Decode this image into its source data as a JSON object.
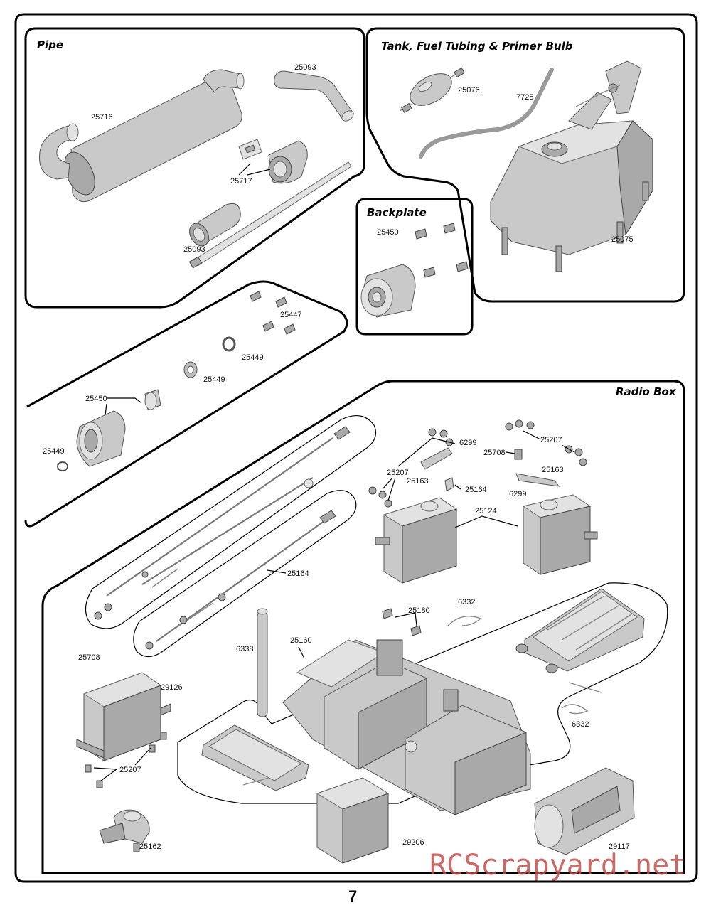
{
  "sections": {
    "pipe": "Pipe",
    "tank": "Tank, Fuel Tubing & Primer Bulb",
    "backplate": "Backplate",
    "radio": "Radio Box"
  },
  "parts": {
    "p25716": "25716",
    "p25093a": "25093",
    "p25717": "25717",
    "p25093b": "25093",
    "p25076": "25076",
    "p7725": "7725",
    "p25075": "25075",
    "p25450a": "25450",
    "p25447": "25447",
    "p25449a": "25449",
    "p25449b": "25449",
    "p25450b": "25450",
    "p25449c": "25449",
    "p6299a": "6299",
    "p25207a": "25207",
    "p25708a": "25708",
    "p25163a": "25163",
    "p25207b": "25207",
    "p25163b": "25163",
    "p25164a": "25164",
    "p6299b": "6299",
    "p25124": "25124",
    "p25164b": "25164",
    "p25708b": "25708",
    "p6338": "6338",
    "p25160": "25160",
    "p25180": "25180",
    "p6332a": "6332",
    "p6332b": "6332",
    "p29126": "29126",
    "p25207c": "25207",
    "p25162": "25162",
    "p29206": "29206",
    "p29117": "29117"
  },
  "page_number": "7",
  "watermark": "RCScrapyard.net"
}
